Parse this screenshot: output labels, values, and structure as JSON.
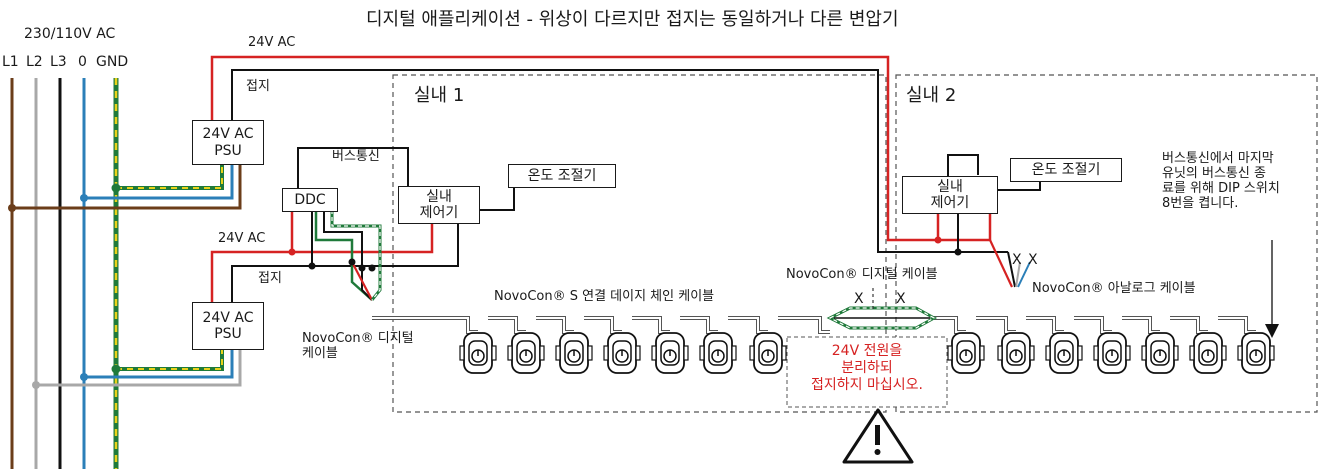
{
  "title": "디지털 애플리케이션 - 위상이 다르지만 접지는 동일하거나 다른 변압기",
  "supply": {
    "voltage": "230/110V AC",
    "phases": [
      "L1",
      "L2",
      "L3",
      "0",
      "GND"
    ]
  },
  "wire_labels": {
    "ac_24v_top": "24V AC",
    "ground_top": "접지",
    "ac_24v_lower": "24V AC",
    "ground_lower": "접지"
  },
  "psu_label": "24V AC\nPSU",
  "ddc_label": "DDC",
  "bus_label": "버스통신",
  "room1": {
    "name": "실내 1",
    "controller": "실내\n제어기",
    "thermostat": "온도 조절기"
  },
  "room2": {
    "name": "실내 2",
    "controller": "실내\n제어기",
    "thermostat": "온도 조절기"
  },
  "cables": {
    "daisy_chain": "NovoCon® S 연결 데이지 체인 케이블",
    "digital_top": "NovoCon® 디지털 케이블",
    "digital_left": "NovoCon® 디지털\n케이블",
    "analog": "NovoCon® 아날로그 케이블"
  },
  "x_marks": [
    "X",
    "X",
    "X",
    "X"
  ],
  "dip_note": "버스통신에서 마지막\n유닛의 버스통신 종\n료를 위해 DIP 스위치\n8번을 켭니다.",
  "warning": "24V 전원을\n분리하되\n접지하지 마십시오.",
  "colors": {
    "brown": "#6b3d1a",
    "grey": "#a8a8a8",
    "black": "#111111",
    "blue": "#2b7fb8",
    "green": "#1f7a3a",
    "yellow": "#e8d21a",
    "red": "#d62222"
  }
}
